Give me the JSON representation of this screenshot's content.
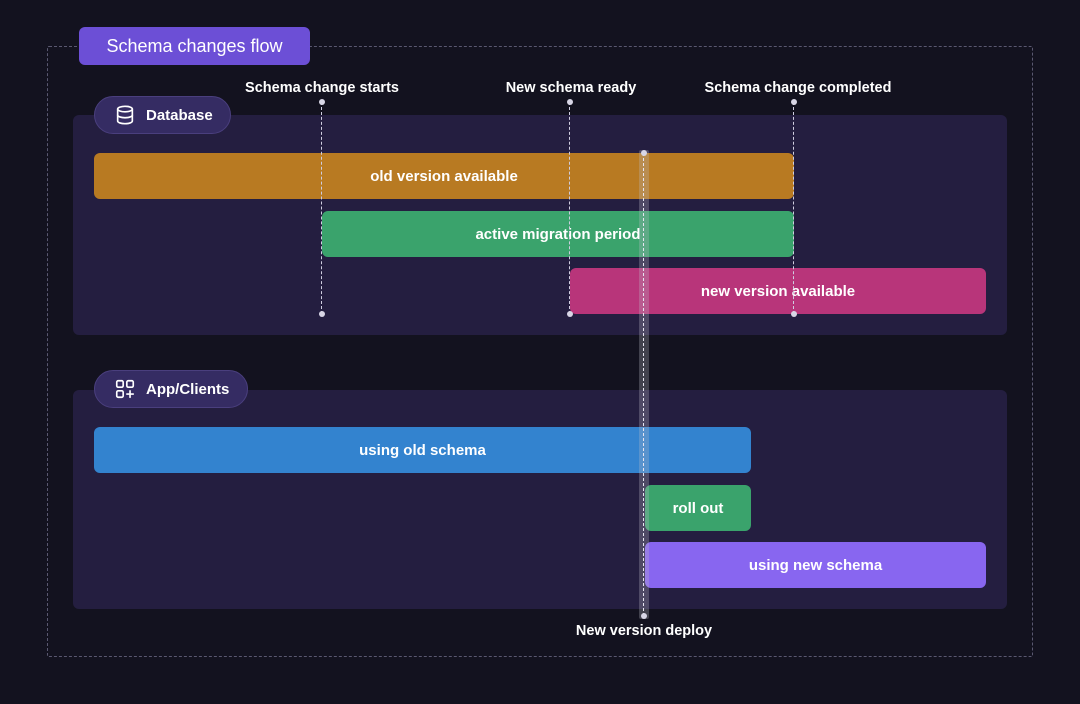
{
  "title": "Schema changes flow",
  "milestones": {
    "start": "Schema change starts",
    "ready": "New schema ready",
    "completed": "Schema change completed",
    "deploy": "New version deploy"
  },
  "sections": {
    "database": {
      "label": "Database",
      "icon": "database-icon",
      "bars": {
        "old": "old version available",
        "migration": "active migration period",
        "new": "new version available"
      }
    },
    "app": {
      "label": "App/Clients",
      "icon": "apps-add-icon",
      "bars": {
        "old_schema": "using old schema",
        "rollout": "roll out",
        "new_schema": "using new schema"
      }
    }
  },
  "colors": {
    "background": "#13121f",
    "title_badge": "#6c4fd6",
    "section_bg": "#241e40",
    "old_version": "#b87a22",
    "migration": "#3aa36c",
    "new_version": "#b8357a",
    "old_schema": "#3383cf",
    "rollout": "#3aa36c",
    "new_schema": "#8866f0"
  }
}
